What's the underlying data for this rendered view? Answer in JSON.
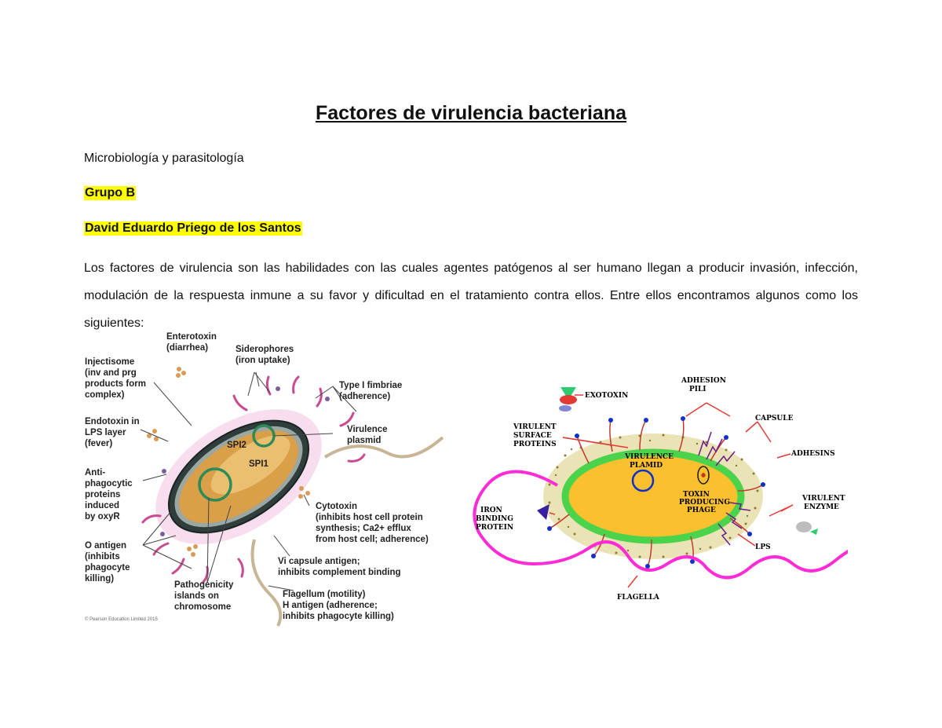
{
  "document": {
    "title": "Factores de virulencia bacteriana",
    "subject": "Microbiología y parasitología",
    "group": "Grupo B",
    "author": "David Eduardo Priego de los Santos",
    "intro": "Los factores de virulencia son las habilidades con las cuales agentes patógenos al ser humano llegan a producir invasión, infección, modulación de la respuesta inmune a su favor y dificultad en el tratamiento contra ellos. Entre ellos encontramos algunos como los siguientes:",
    "highlight_color": "#ffff00"
  },
  "figure_left": {
    "enterotoxin": [
      "Enterotoxin",
      "(diarrhea)"
    ],
    "siderophores": [
      "Siderophores",
      "(iron uptake)"
    ],
    "injectisome": [
      "Injectisome",
      "(inv and prg",
      "products form",
      "complex)"
    ],
    "type1_fimbriae": [
      "Type I fimbriae",
      "(adherence)"
    ],
    "endotoxin": [
      "Endotoxin in",
      "LPS layer",
      "(fever)"
    ],
    "virulence_plasmid": [
      "Virulence",
      "plasmid"
    ],
    "spi2": "SPI2",
    "spi1": "SPI1",
    "antiphagocytic": [
      "Anti-",
      "phagocytic",
      "proteins",
      "induced",
      "by oxyR"
    ],
    "cytotoxin": [
      "Cytotoxin",
      "(inhibits host cell protein",
      "synthesis; Ca2+ efflux",
      "from host cell; adherence)"
    ],
    "o_antigen": [
      "O antigen",
      "(inhibits",
      "phagocyte",
      "killing)"
    ],
    "vi_capsule": [
      "Vi capsule antigen;",
      "inhibits complement binding"
    ],
    "pathogenicity": [
      "Pathogenicity",
      "islands on",
      "chromosome"
    ],
    "flagellum": [
      "Flagellum (motility)",
      "H antigen (adherence;",
      "inhibits phagocyte killing)"
    ],
    "credit": "© Pearson Education Limited 2015"
  },
  "figure_right": {
    "exotoxin": "EXOTOXIN",
    "adhesion_pili": [
      "ADHESION",
      "PILI"
    ],
    "capsule": "CAPSULE",
    "virulent_surface": [
      "VIRULENT",
      "SURFACE",
      "PROTEINS"
    ],
    "adhesins": "ADHESINS",
    "virulence_plamid": [
      "VIRULENCE",
      "PLAMID"
    ],
    "toxin_phage": [
      "TOXIN",
      "PRODUCING",
      "PHAGE"
    ],
    "iron_binding": [
      "IRON",
      "BINDING",
      "PROTEIN"
    ],
    "virulent_enzyme": [
      "VIRULENT",
      "ENZYME"
    ],
    "lps": "LPS",
    "flagella": "FLAGELLA"
  }
}
